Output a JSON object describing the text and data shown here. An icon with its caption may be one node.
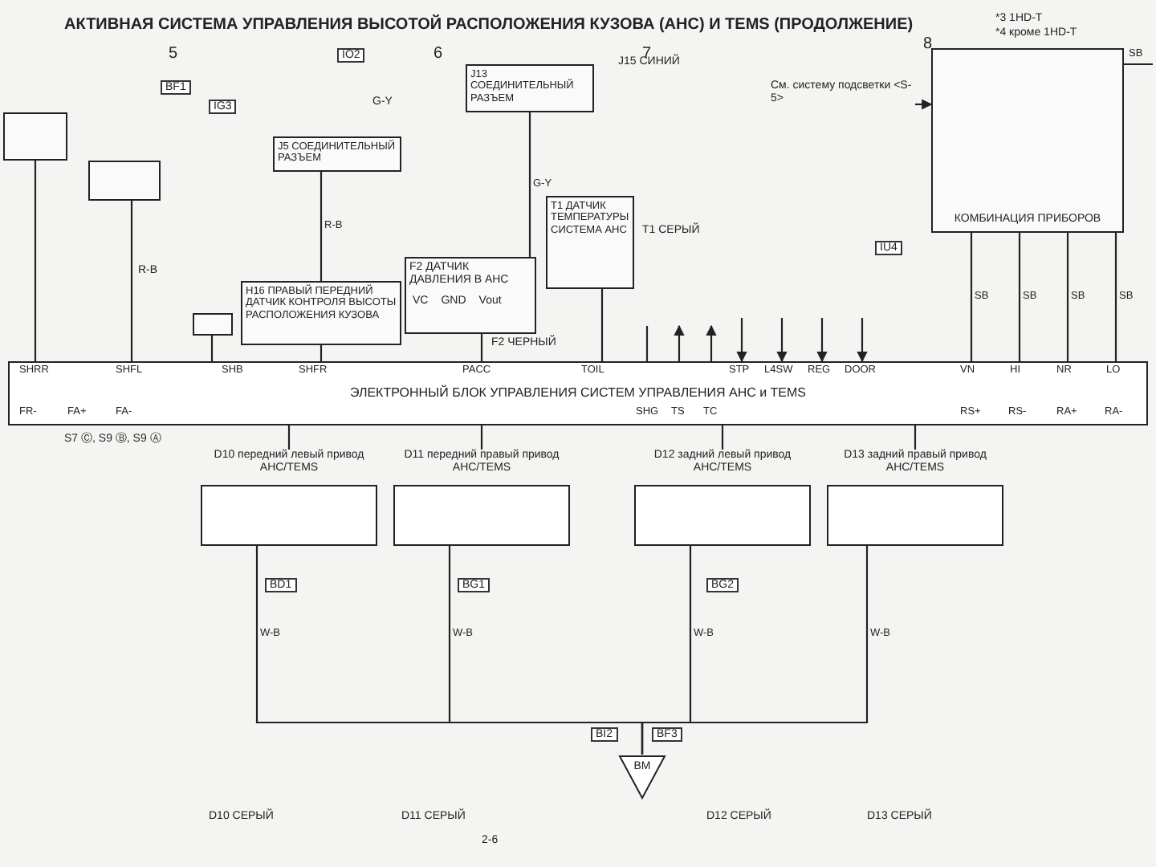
{
  "diagram": {
    "title": "АКТИВНАЯ СИСТЕМА УПРАВЛЕНИЯ ВЫСОТОЙ РАСПОЛОЖЕНИЯ КУЗОВА (AHC) И TEMS (ПРОДОЛЖЕНИЕ)",
    "nodes": [
      {
        "text": [
          "ЭЛЕКТРОННЫЙ БЛОК УПРАВЛЕНИЯ СИСТЕМ УПРАВЛЕНИЯ АНС и TEMS"
        ],
        "beside": [
          "S7 Ⓒ, S9 Ⓑ, S9 Ⓐ"
        ]
      },
      {
        "text": [],
        "shape": "box"
      },
      {
        "text": [],
        "shape": "box"
      },
      {
        "text": [
          "H16 ПРАВЫЙ ПЕРЕДНИЙ ДАТЧИК КОНТРОЛЯ ВЫСОТЫ РАСПОЛОЖЕНИЯ КУЗОВА"
        ]
      },
      {
        "text": [
          "F2 ДАТЧИК ДАВЛЕНИЯ В АНС",
          "VC",
          "GND",
          "Vout"
        ]
      },
      {
        "text": [
          "T1 ДАТЧИК ТЕМПЕРАТУРЫ СИСТЕМА АНС"
        ],
        "beside": [
          "T1 СЕРЫЙ"
        ]
      },
      {
        "text": [
          "J13 СОЕДИНИТЕЛЬНЫЙ РАЗЪЕМ"
        ]
      },
      {
        "text": [
          "J5 СОЕДИНИТЕЛЬНЫЙ РАЗЪЕМ"
        ]
      },
      {
        "text": [],
        "shape": "box"
      },
      {
        "text": [
          "КОМБИНАЦИЯ ПРИБОРОВ"
        ]
      },
      {
        "text": [
          "D10 передний левый привод АНС/TEMS"
        ]
      },
      {
        "text": [
          "D11 передний правый привод АНС/TEMS"
        ]
      },
      {
        "text": [
          "D12 задний левый привод АНС/TEMS"
        ]
      },
      {
        "text": [
          "D13 задний правый привод АНС/TEMS"
        ]
      },
      {
        "text": [
          "BM"
        ]
      },
      {
        "text": [
          "См. систему подсветки <S-5>"
        ]
      }
    ],
    "edges": [
      {
        "from": 1,
        "to": 0,
        "arrow": "none"
      },
      {
        "from": 2,
        "to": 0,
        "arrow": "none"
      },
      {
        "from": 3,
        "to": 0,
        "arrow": "none"
      },
      {
        "from": 4,
        "to": 0,
        "arrow": "none"
      },
      {
        "from": 5,
        "to": 0,
        "arrow": "none"
      },
      {
        "from": 6,
        "to": 4,
        "arrow": "none",
        "label": "G-Y"
      },
      {
        "from": 7,
        "to": 3,
        "arrow": "none",
        "label": "R-B"
      },
      {
        "from": 8,
        "to": 0,
        "arrow": "none"
      },
      {
        "from": 15,
        "to": 9,
        "arrow": "to"
      },
      {
        "from": 9,
        "to": 0,
        "arrow": "none",
        "label": "SB"
      },
      {
        "from": 9,
        "to": 0,
        "arrow": "none",
        "label": "SB"
      },
      {
        "from": 9,
        "to": 0,
        "arrow": "none",
        "label": "SB"
      },
      {
        "from": 9,
        "to": 0,
        "arrow": "none",
        "label": "SB"
      },
      {
        "from": 10,
        "to": 0,
        "arrow": "none"
      },
      {
        "from": 11,
        "to": 0,
        "arrow": "none"
      },
      {
        "from": 12,
        "to": 0,
        "arrow": "none"
      },
      {
        "from": 13,
        "to": 0,
        "arrow": "none"
      },
      {
        "from": 10,
        "to": 14,
        "arrow": "none",
        "label": "W-B"
      },
      {
        "from": 11,
        "to": 14,
        "arrow": "none",
        "label": "W-B"
      },
      {
        "from": 12,
        "to": 14,
        "arrow": "none",
        "label": "W-B"
      },
      {
        "from": 13,
        "to": 14,
        "arrow": "none",
        "label": "W-B"
      },
      {
        "from": null,
        "to": 0,
        "arrow": "to"
      },
      {
        "from": null,
        "to": 0,
        "arrow": "to"
      },
      {
        "from": null,
        "to": 0,
        "arrow": "to"
      },
      {
        "from": null,
        "to": 0,
        "arrow": "to"
      },
      {
        "from": 0,
        "to": null,
        "arrow": "to"
      },
      {
        "from": 0,
        "to": null,
        "arrow": "to"
      },
      {
        "from": null,
        "to": 0,
        "arrow": "none"
      },
      {
        "from": 9,
        "to": null,
        "arrow": "none",
        "label": "SB"
      }
    ],
    "labels": [
      "5",
      "6",
      "7",
      "8",
      "*3 1HD-T",
      "*4 кроме 1HD-T",
      "SHRR",
      "SHFL",
      "SHB",
      "SHFR",
      "PACC",
      "TOIL",
      "SHG",
      "TS",
      "TC",
      "STP",
      "L4SW",
      "REG",
      "DOOR",
      "VN",
      "HI",
      "NR",
      "LO",
      "FR-",
      "FA+",
      "FA-",
      "RS+",
      "RS-",
      "RA+",
      "RA-",
      "BF1",
      "IG3",
      "IO2",
      "J15 СИНИЙ",
      "F2 ЧЕРНЫЙ",
      "G-Y",
      "R-B",
      "BD1",
      "BG1",
      "BG2",
      "BI2",
      "BF3",
      "IU4",
      "D10 СЕРЫЙ",
      "D11 СЕРЫЙ",
      "D12 СЕРЫЙ",
      "D13 СЕРЫЙ",
      "2-6"
    ]
  }
}
